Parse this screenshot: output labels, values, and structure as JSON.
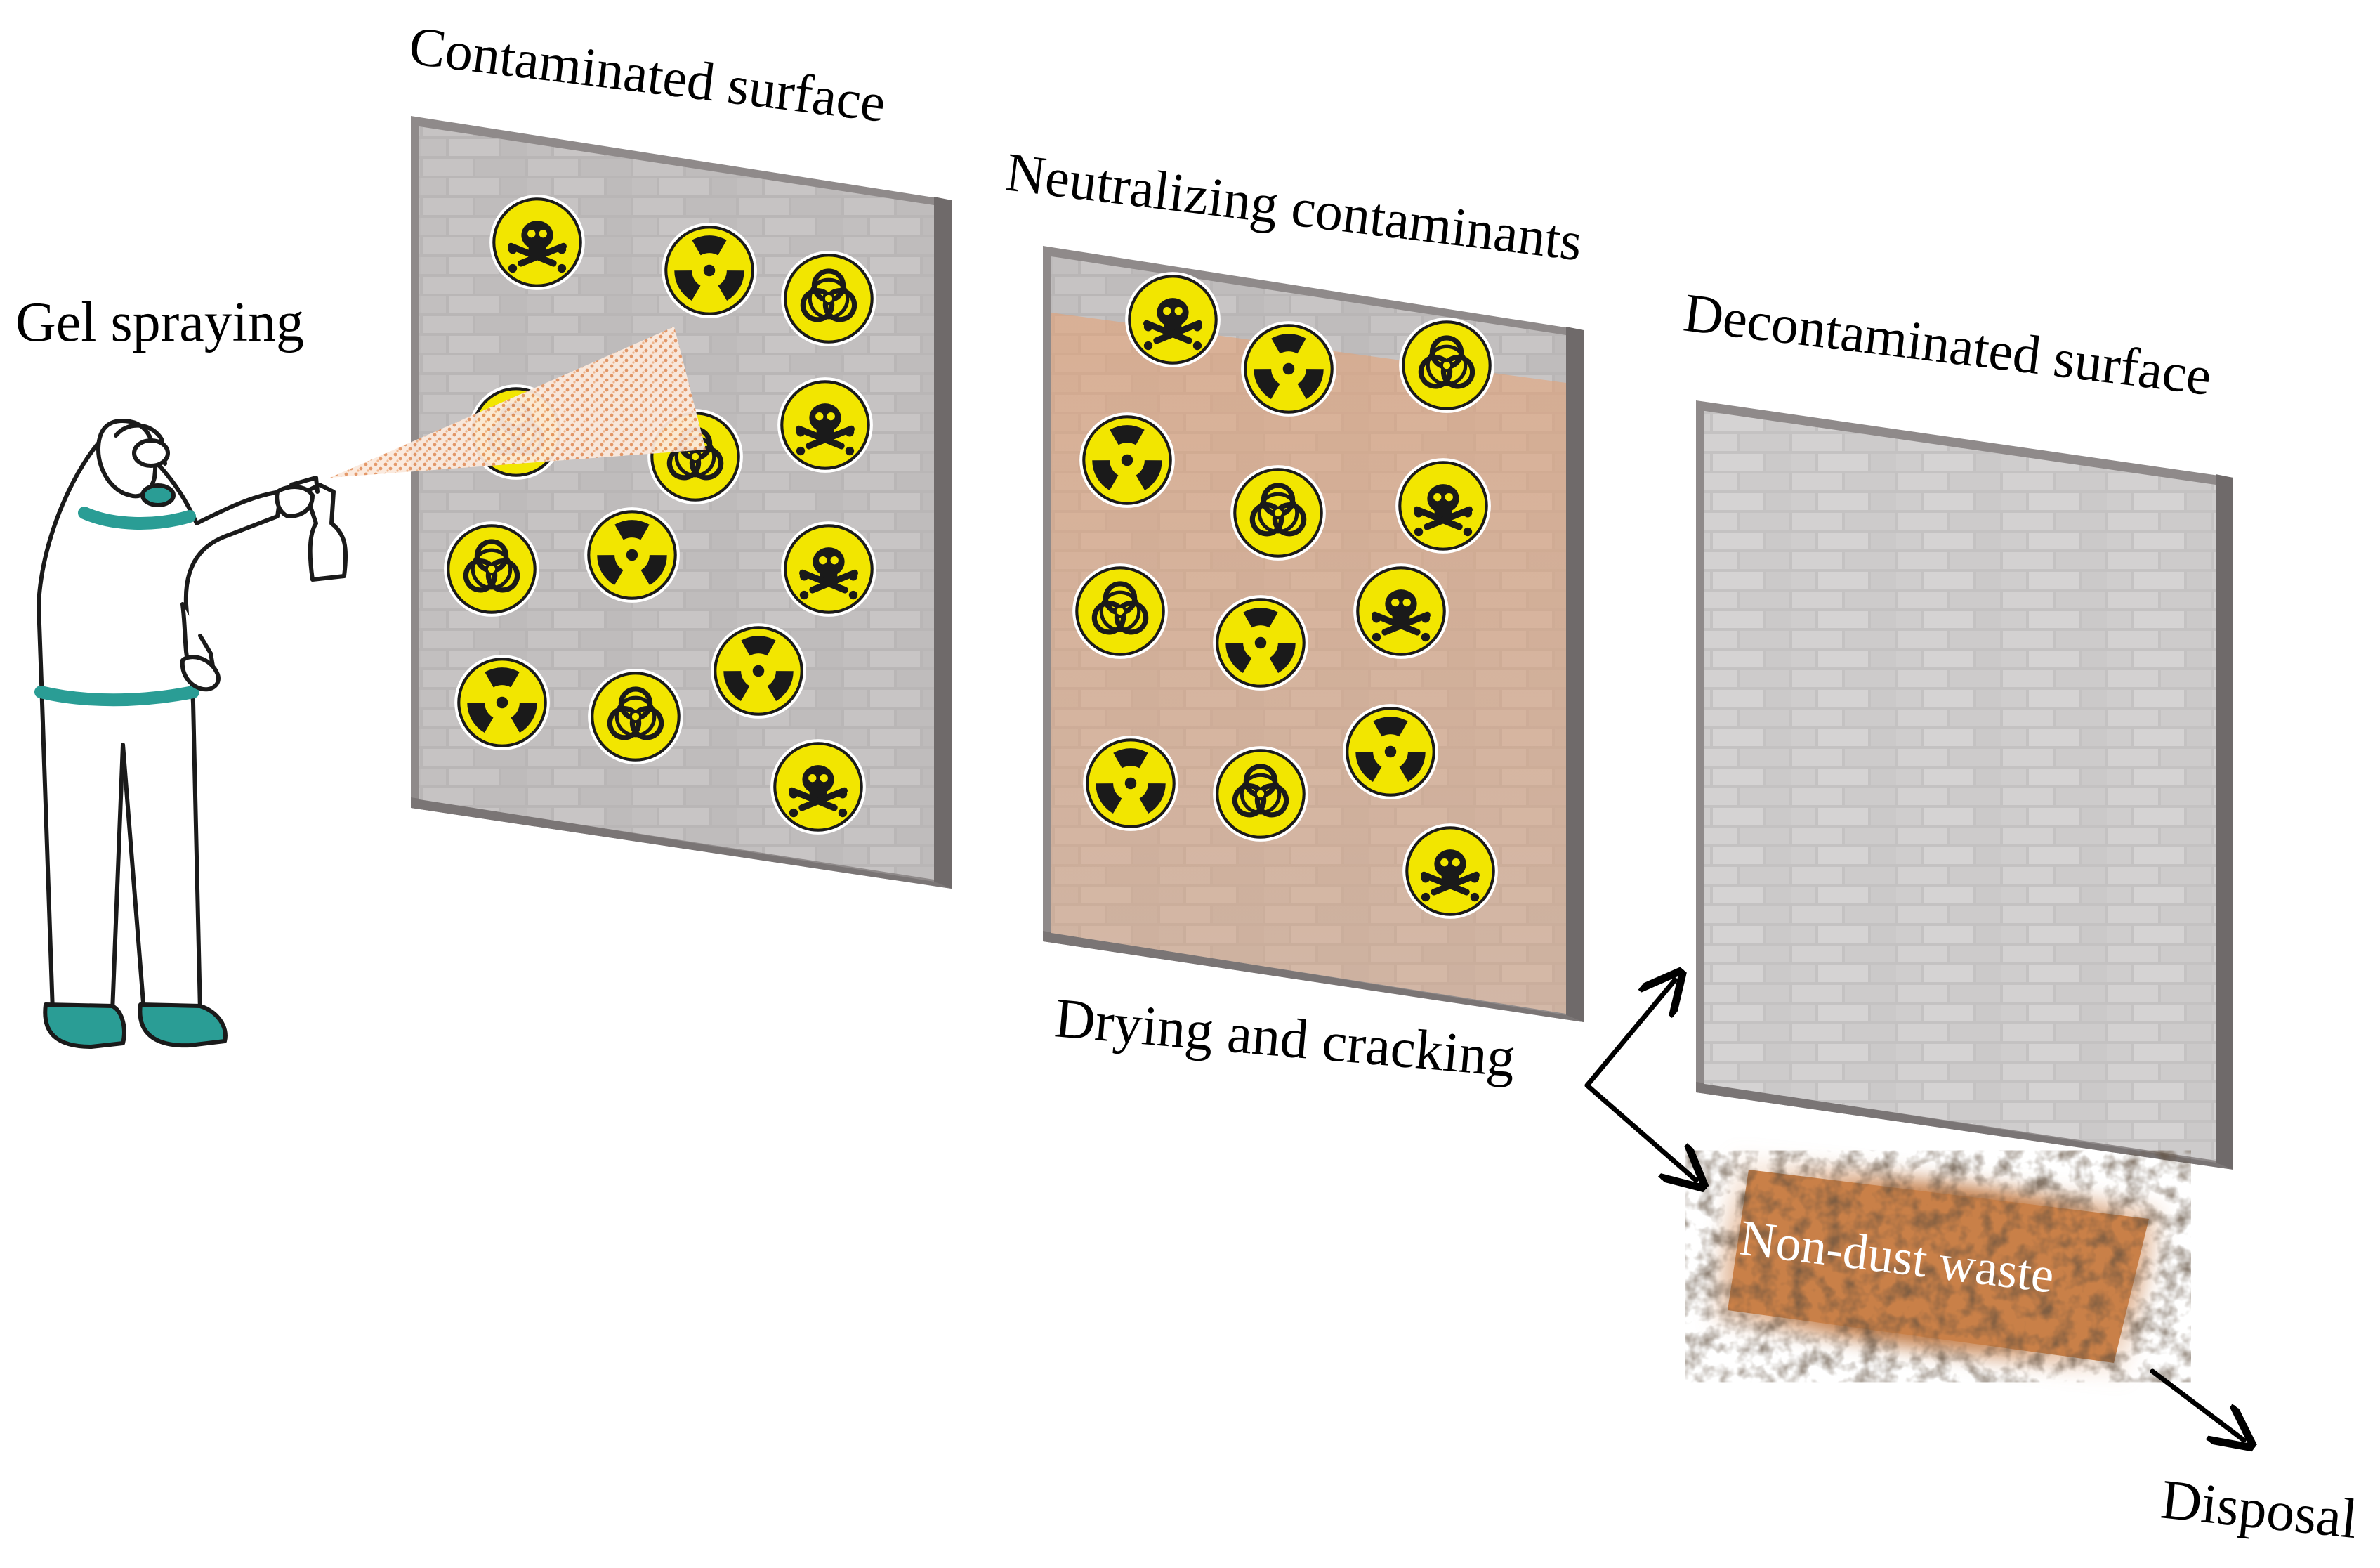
{
  "labels": {
    "gel_spraying": "Gel spraying",
    "contaminated_surface": "Contaminated surface",
    "neutralizing_contaminants": "Neutralizing contaminants",
    "decontaminated_surface": "Decontaminated surface",
    "drying_and_cracking": "Drying and cracking",
    "non_dust_waste": "Non-dust waste",
    "disposal": "Disposal"
  },
  "colors": {
    "hazard_yellow": "#f2e600",
    "hazard_black": "#1a1a1a",
    "suit_teal": "#2a9d95",
    "gel_orange": "#e8a070",
    "wall_grey": "#b3b0b0",
    "waste_orange": "#d88a52"
  },
  "icons": {
    "panel1": [
      "skull",
      "radiation",
      "biohazard",
      "biohazard",
      "biohazard",
      "skull",
      "biohazard",
      "radiation",
      "skull",
      "radiation",
      "biohazard",
      "radiation",
      "skull"
    ],
    "panel2": [
      "skull",
      "radiation",
      "biohazard",
      "radiation",
      "biohazard",
      "skull",
      "biohazard",
      "radiation",
      "skull",
      "radiation",
      "biohazard",
      "radiation",
      "skull"
    ]
  }
}
